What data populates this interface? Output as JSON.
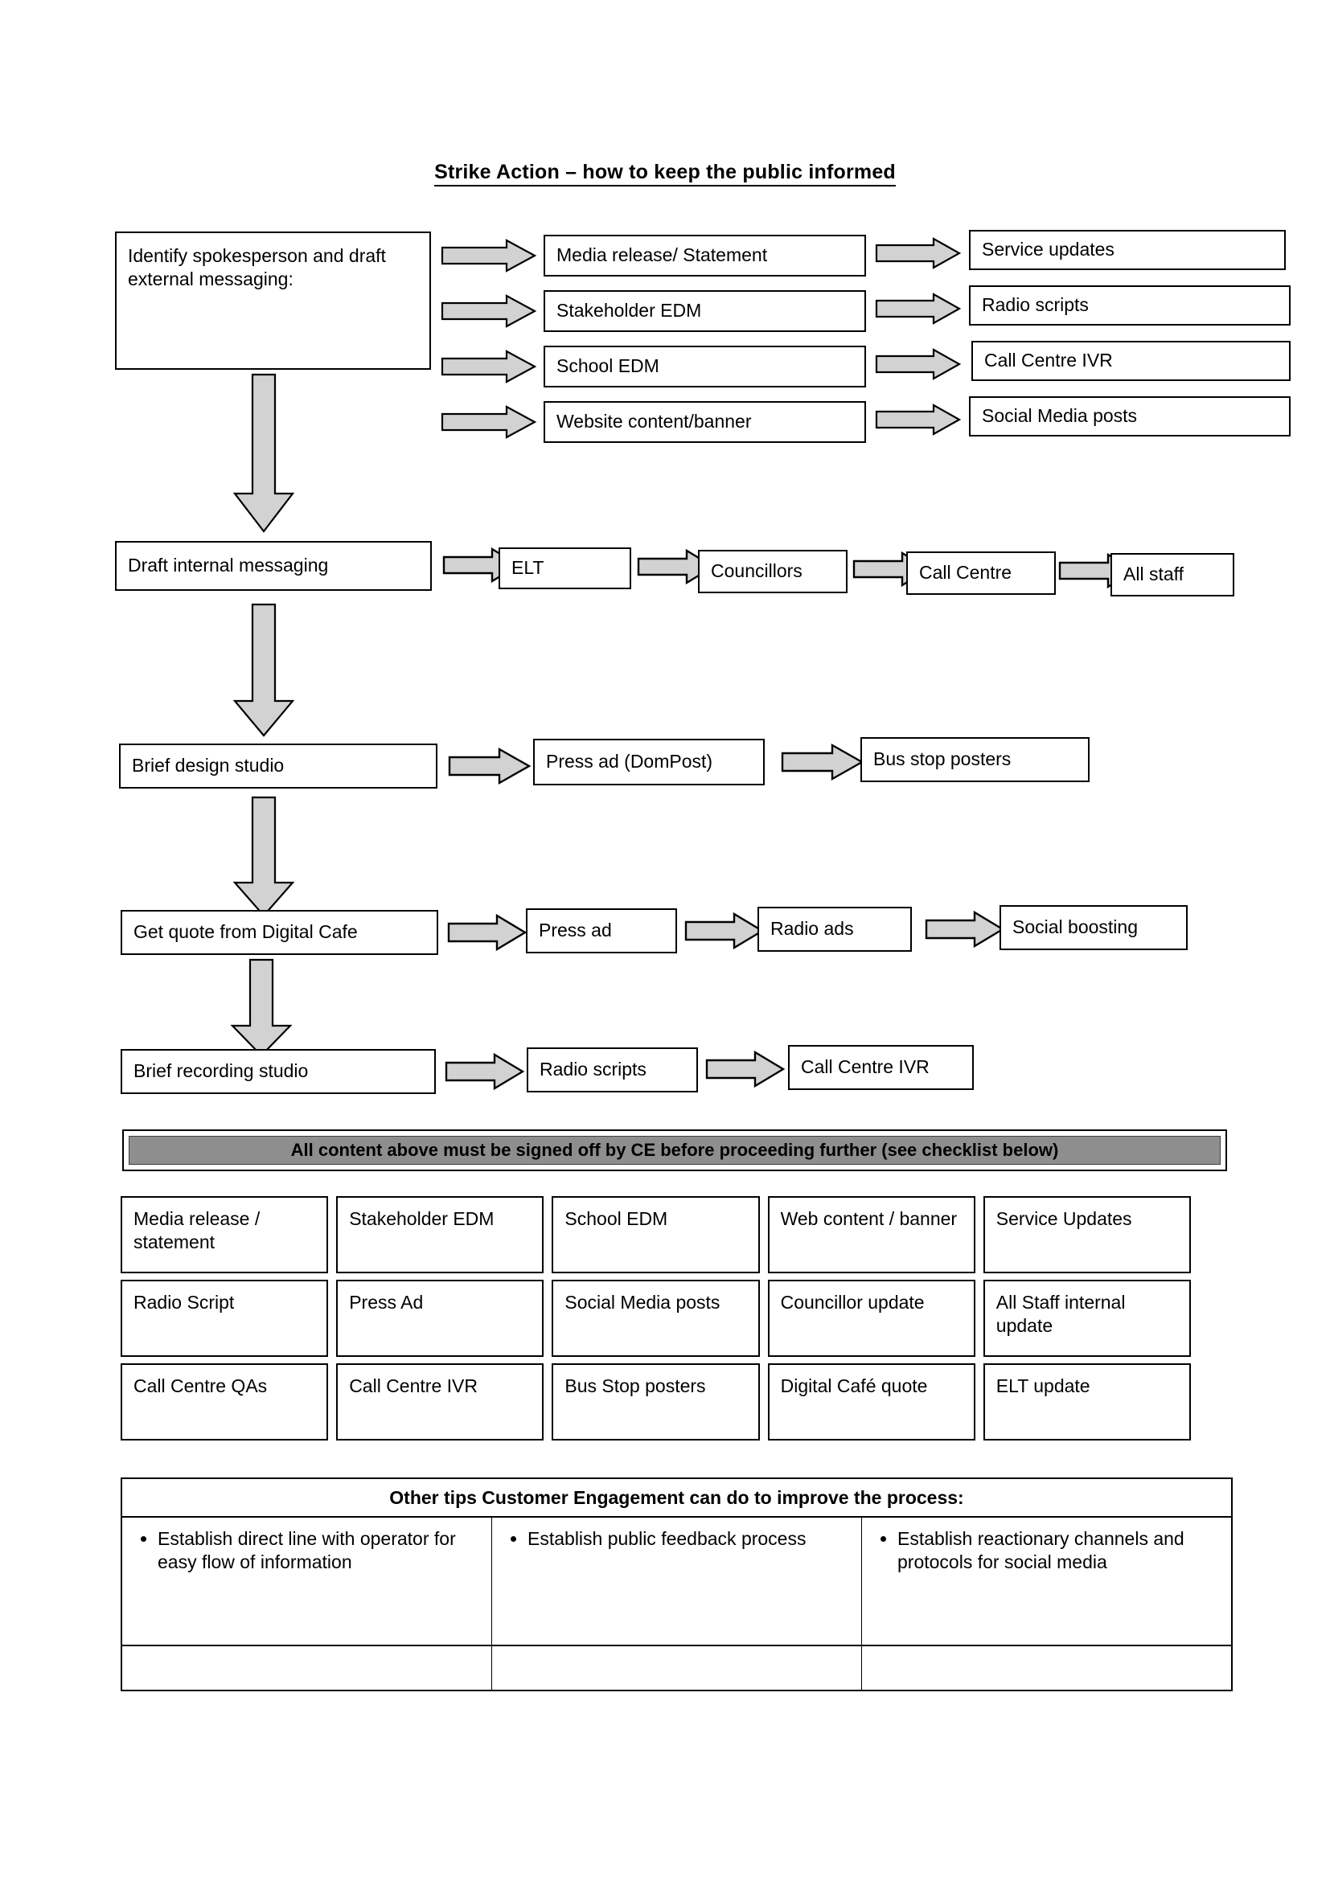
{
  "document": {
    "title": "Strike Action – how to keep the public informed"
  },
  "flow": {
    "step1": {
      "label": "Identify spokesperson and draft external messaging:",
      "outputs": [
        "Media release/ Statement",
        "Stakeholder EDM",
        "School EDM",
        "Website content/banner"
      ],
      "secondary": [
        "Service updates",
        "Radio scripts",
        "Call Centre IVR",
        "Social Media posts"
      ]
    },
    "step2": {
      "label": "Draft internal messaging",
      "chain": [
        "ELT",
        "Councillors",
        "Call Centre",
        "All staff"
      ]
    },
    "step3": {
      "label": "Brief design studio",
      "chain": [
        "Press ad (DomPost)",
        "Bus stop posters"
      ]
    },
    "step4": {
      "label": "Get quote from Digital Cafe",
      "chain": [
        "Press ad",
        "Radio ads",
        "Social boosting"
      ]
    },
    "step5": {
      "label": "Brief recording studio",
      "chain": [
        "Radio scripts",
        "Call Centre IVR"
      ]
    }
  },
  "signoff": {
    "text": "All content above must be signed off by CE before proceeding further (see checklist below)"
  },
  "checklist": {
    "items": [
      "Media release / statement",
      "Stakeholder EDM",
      "School EDM",
      "Web content / banner",
      "Service Updates",
      "Radio Script",
      "Press Ad",
      "Social Media posts",
      "Councillor update",
      "All Staff internal update",
      "Call Centre QAs",
      "Call Centre IVR",
      "Bus Stop posters",
      "Digital Café quote",
      "ELT update"
    ]
  },
  "tips": {
    "heading": "Other tips Customer Engagement can do to improve the process:",
    "items": [
      "Establish direct line with operator for easy flow of information",
      "Establish public feedback process",
      "Establish reactionary channels and protocols for social media"
    ]
  }
}
